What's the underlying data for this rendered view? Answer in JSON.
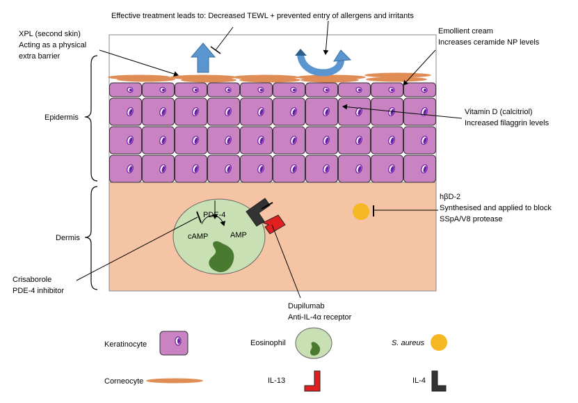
{
  "top_label": "Effective treatment leads to: Decreased TEWL + prevented entry of allergens and irritants",
  "xpl": {
    "line1": "XPL (second skin)",
    "line2": "Acting as a physical",
    "line3": "extra barrier"
  },
  "emollient": {
    "line1": "Emollient cream",
    "line2": "Increases ceramide NP levels"
  },
  "vitamin_d": {
    "line1": "Vitamin D (calcitriol)",
    "line2": "Increased filaggrin levels"
  },
  "epidermis_label": "Epidermis",
  "dermis_label": "Dermis",
  "hbd2": {
    "line1": "hβD-2",
    "line2": "Synthesised and applied to block",
    "line3": "SSpA/V8 protease"
  },
  "pde4_label": "PDE-4",
  "camp_label": "cAMP",
  "amp_label": "AMP",
  "crisaborole": {
    "line1": "Crisaborole",
    "line2": "PDE-4 inhibitor"
  },
  "dupilumab": {
    "line1": "Dupilumab",
    "line2": "Anti-IL-4α receptor"
  },
  "legend": {
    "keratinocyte": "Keratinocyte",
    "eosinophil": "Eosinophil",
    "s_aureus": "S. aureus",
    "corneocyte": "Corneocyte",
    "il13": "IL-13",
    "il4": "IL-4"
  },
  "colors": {
    "dermis": "#f4c4a4",
    "keratinocyte": "#c982c2",
    "nucleus": "#6a1ba3",
    "corneocyte": "#e08c55",
    "eosinophil": "#c8e0b4",
    "eosinophil_nucleus": "#4a7a30",
    "s_aureus": "#f5b823",
    "il13": "#e02020",
    "il4": "#333333",
    "arrow": "#5a95cf"
  }
}
